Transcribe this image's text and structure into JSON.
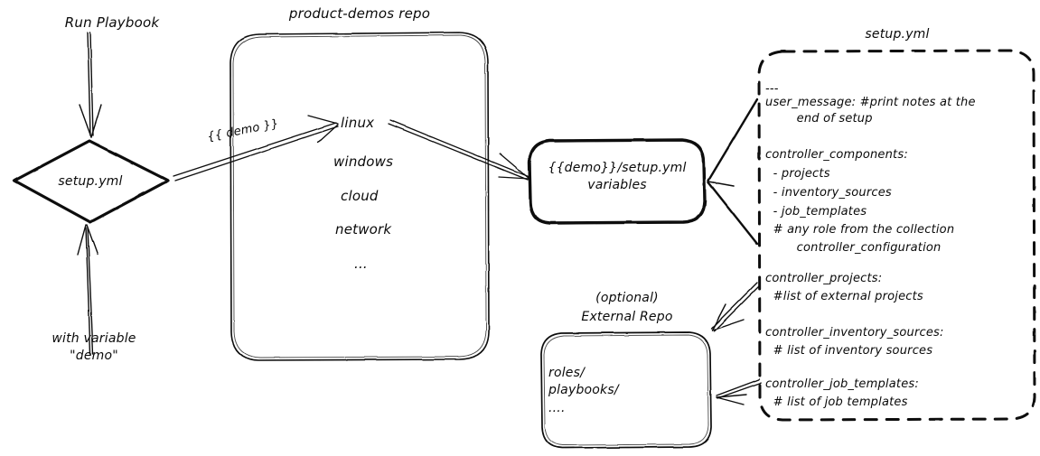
{
  "diagram": {
    "title": "Ansible product-demos setup.yml flow",
    "type": "hand-drawn flowchart"
  },
  "nodes": {
    "run_playbook_label": "Run Playbook",
    "with_variable_label_line1": "with variable",
    "with_variable_label_line2": "\"demo\"",
    "setup_diamond_label": "setup.yml",
    "repo_title": "product-demos repo",
    "repo_items": [
      "linux",
      "windows",
      "cloud",
      "network",
      "..."
    ],
    "demo_edge_label": "{{ demo }}",
    "vars_box_line1": "{{demo}}/setup.yml",
    "vars_box_line2": "variables",
    "external_repo_title_line1": "(optional)",
    "external_repo_title_line2": "External Repo",
    "external_repo_items": [
      "roles/",
      "playbooks/",
      "...."
    ],
    "setupyml_panel_title": "setup.yml",
    "setupyml_panel_blocks": [
      {
        "id": "doc-start",
        "lines": [
          "---"
        ]
      },
      {
        "id": "user-message",
        "lines": [
          "user_message: #print notes at the",
          "        end of setup"
        ]
      },
      {
        "id": "controller-components",
        "lines": [
          "controller_components:",
          "  - projects",
          "  - inventory_sources",
          "  - job_templates",
          "  # any role from the collection",
          "        controller_configuration"
        ]
      },
      {
        "id": "controller-projects",
        "lines": [
          "controller_projects:",
          "  #list of external projects"
        ]
      },
      {
        "id": "controller-inventory-sources",
        "lines": [
          "controller_inventory_sources:",
          "  # list of inventory sources"
        ]
      },
      {
        "id": "controller-job-templates",
        "lines": [
          "controller_job_templates:",
          "  # list of job templates"
        ]
      }
    ]
  },
  "colors": {
    "ink": "#0a0a0a",
    "background": "#ffffff"
  }
}
